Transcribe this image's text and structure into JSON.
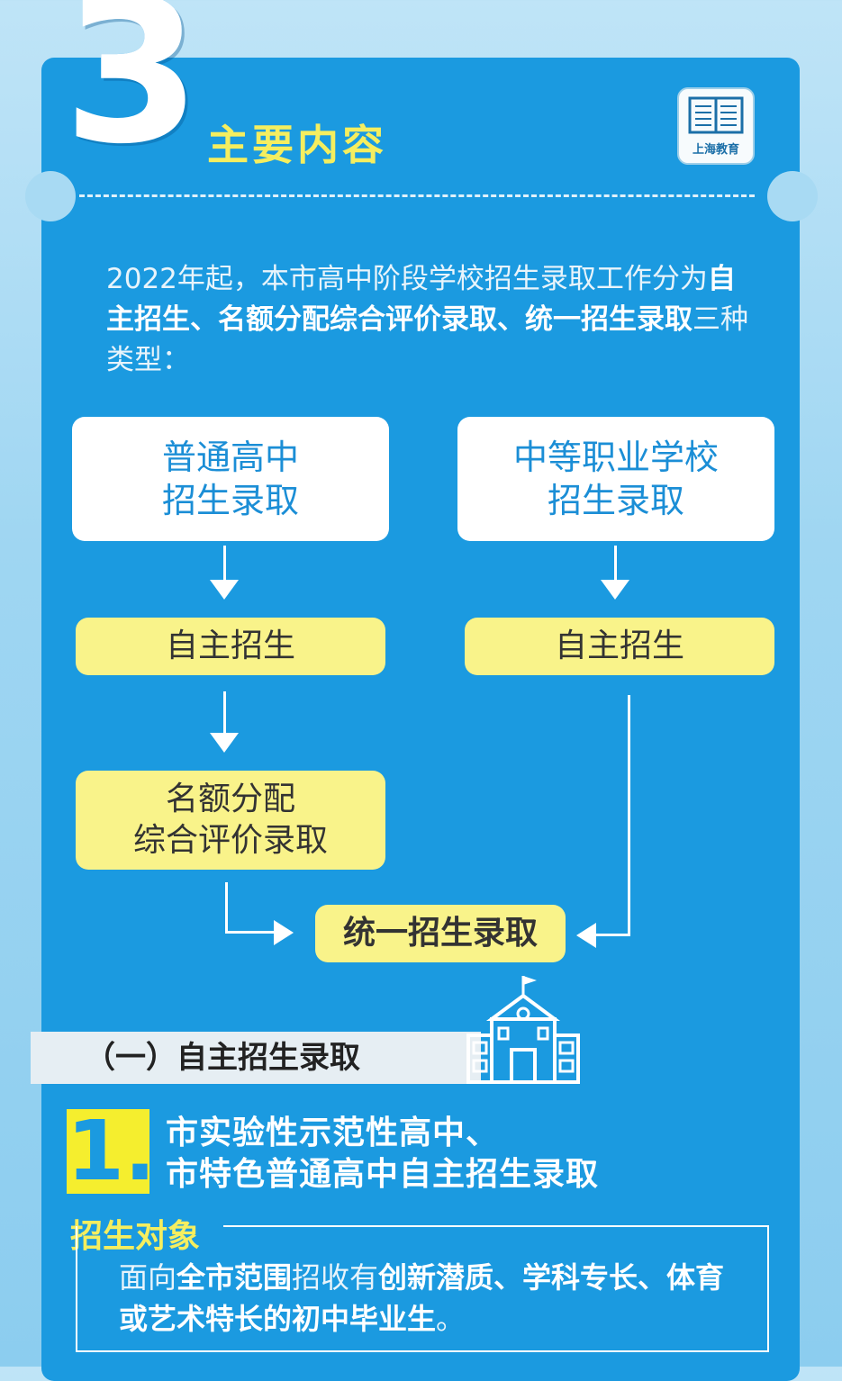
{
  "header": {
    "number": "3",
    "title": "主要内容",
    "logo_text": "上海教育"
  },
  "intro": {
    "part1": "2022年起，本市高中阶段学校招生录取工作分为",
    "bold1": "自主招生、名额分配综合评价录取、统一招生录取",
    "part2": "三种类型："
  },
  "flow": {
    "left_top_line1": "普通高中",
    "left_top_line2": "招生录取",
    "right_top_line1": "中等职业学校",
    "right_top_line2": "招生录取",
    "left_mid": "自主招生",
    "right_mid": "自主招生",
    "left_bottom_line1": "名额分配",
    "left_bottom_line2": "综合评价录取",
    "final": "统一招生录取"
  },
  "subsection": {
    "label": "（一）自主招生录取"
  },
  "item1": {
    "number": "1.",
    "title_line1": "市实验性示范性高中、",
    "title_line2": "市特色普通高中自主招生录取"
  },
  "target": {
    "label": "招生对象",
    "t1": "面向",
    "b1": "全市范围",
    "t2": "招收有",
    "b2": "创新潜质、学科专长、体育或艺术特长的初中毕业生",
    "t3": "。"
  },
  "colors": {
    "panel_blue": "#1b9ae0",
    "yellow": "#f9f38a",
    "title_yellow": "#f5ee5f"
  }
}
